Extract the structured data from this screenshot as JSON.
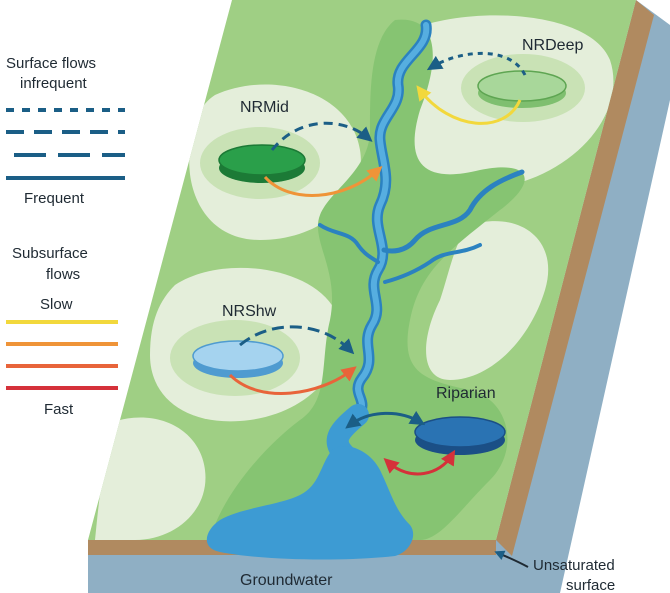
{
  "legend": {
    "surface_title_1": "Surface flows",
    "surface_title_2": "infrequent",
    "surface_frequent": "Frequent",
    "subsurface_title_1": "Subsurface",
    "subsurface_title_2": "flows",
    "subsurface_slow": "Slow",
    "subsurface_fast": "Fast"
  },
  "wetlands": {
    "nrdeep": "NRDeep",
    "nrmid": "NRMid",
    "nrshw": "NRShw",
    "riparian": "Riparian"
  },
  "layers": {
    "groundwater": "Groundwater",
    "unsaturated_1": "Unsaturated",
    "unsaturated_2": "surface"
  },
  "colors": {
    "land": "#9fcf84",
    "dry_zone": "#e4eeda",
    "buffer": "#c9e2b5",
    "wet_zone": "#86c472",
    "river": "#3d9bd3",
    "river_edge": "#2b82c0",
    "groundwater": "#8fafc4",
    "soil": "#b08a60",
    "surface_flow": "#1b5e86",
    "slow_flow": "#f2d83c",
    "mid_flow_1": "#ef9438",
    "mid_flow_2": "#e8643a",
    "fast_flow": "#d5313a",
    "nrdeep_fill": "#a8d79a",
    "nrmid_fill": "#2a9f4a",
    "nrshw_fill": "#a5d3ef",
    "riparian_fill": "#2a73b3"
  }
}
